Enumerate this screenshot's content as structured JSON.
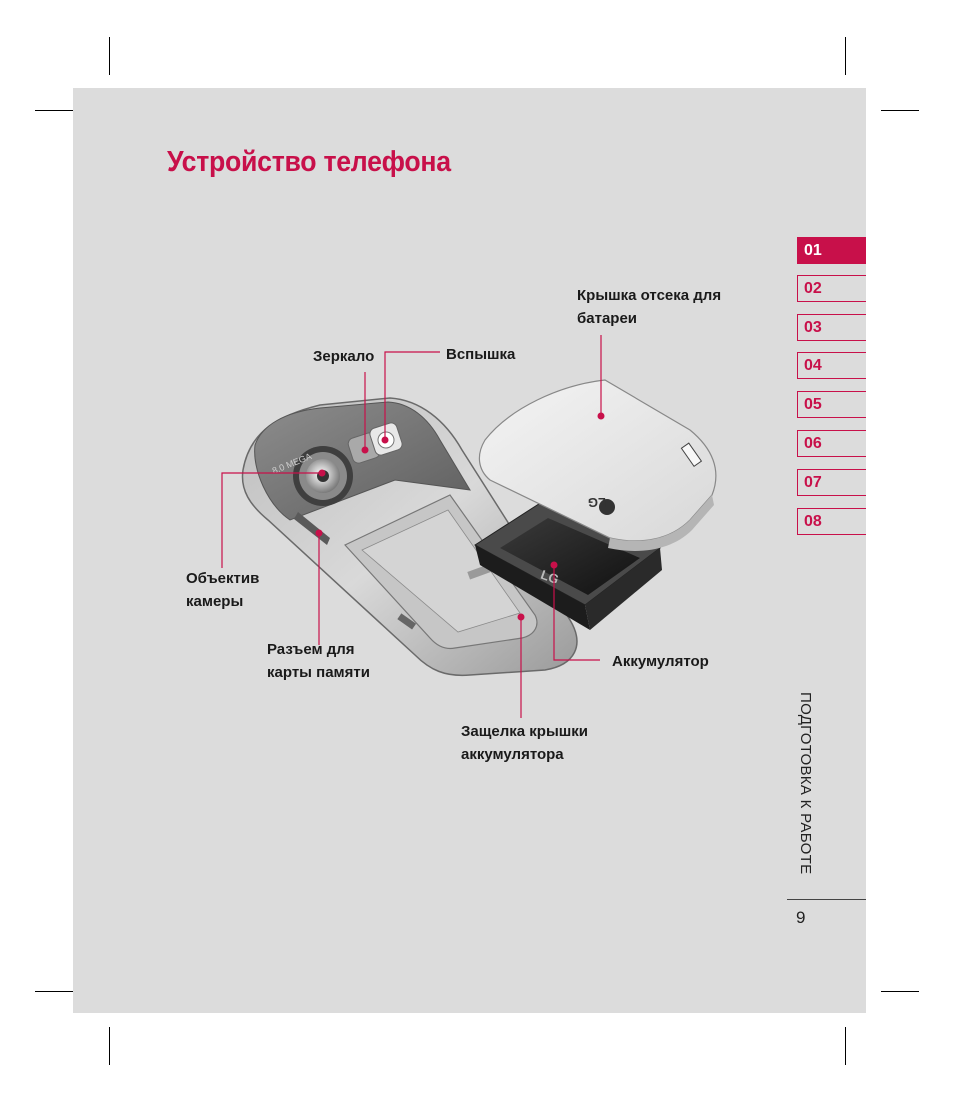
{
  "title": "Устройство телефона",
  "tabs": [
    "01",
    "02",
    "03",
    "04",
    "05",
    "06",
    "07",
    "08"
  ],
  "active_tab": "01",
  "section_label": "ПОДГОТОВКА К РАБОТЕ",
  "page_number": "9",
  "labels": {
    "cover_line1": "Крышка отсека для",
    "cover_line2": "батареи",
    "mirror": "Зеркало",
    "flash": "Вспышка",
    "lens_line1": "Объектив",
    "lens_line2": "камеры",
    "slot_line1": "Разъем для",
    "slot_line2": "карты памяти",
    "battery": "Аккумулятор",
    "latch_line1": "Защелка крышки",
    "latch_line2": "аккумулятора"
  },
  "device_text": {
    "camera_badge": "8.0 MEGA",
    "brand": "LG"
  },
  "colors": {
    "accent": "#c8104a",
    "page_bg": "#dcdcdc"
  }
}
